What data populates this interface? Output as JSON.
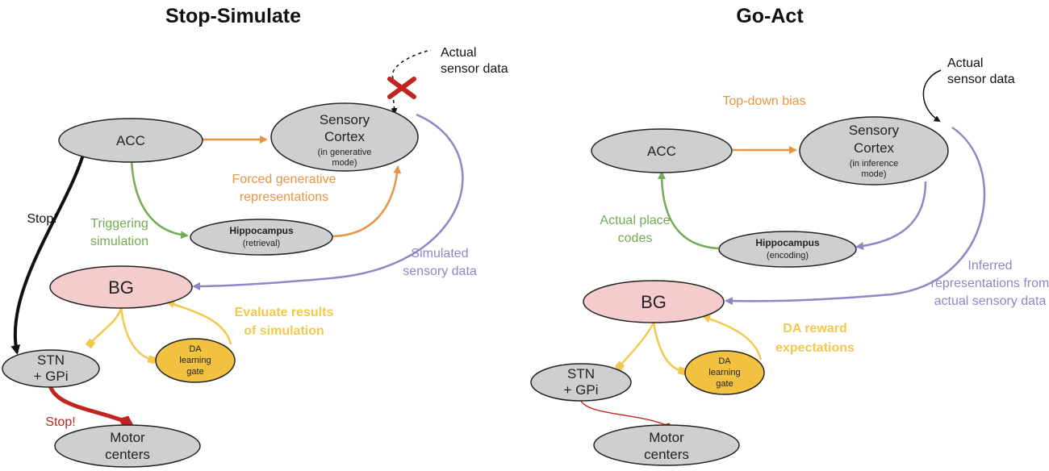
{
  "colors": {
    "gray_node": "#cfcfcf",
    "bg_node": "#f4cccc",
    "da_node": "#f2c140",
    "orange": "#e69446",
    "green": "#72ab52",
    "purple": "#8f86c6",
    "yellow": "#f2c94c",
    "red": "#c0261f",
    "black": "#111111"
  },
  "left": {
    "title": "Stop-Simulate",
    "acc": "ACC",
    "sensory_line1": "Sensory",
    "sensory_line2": "Cortex",
    "sensory_mode_line1": "(in generative",
    "sensory_mode_line2": "mode)",
    "hippocampus": "Hippocampus",
    "hippocampus_mode": "(retrieval)",
    "bg": "BG",
    "stn_line1": "STN",
    "stn_line2": "+ GPi",
    "da_line1": "DA",
    "da_line2": "learning",
    "da_line3": "gate",
    "motor_line1": "Motor",
    "motor_line2": "centers",
    "actual_line1": "Actual",
    "actual_line2": "sensor data",
    "forced_line1": "Forced generative",
    "forced_line2": "representations",
    "triggering_line1": "Triggering",
    "triggering_line2": "simulation",
    "stop_black": "Stop!",
    "simulated_line1": "Simulated",
    "simulated_line2": "sensory data",
    "evaluate_line1": "Evaluate results",
    "evaluate_line2": "of simulation",
    "stop_red": "Stop!"
  },
  "right": {
    "title": "Go-Act",
    "acc": "ACC",
    "sensory_line1": "Sensory",
    "sensory_line2": "Cortex",
    "sensory_mode_line1": "(in inference",
    "sensory_mode_line2": "mode)",
    "hippocampus": "Hippocampus",
    "hippocampus_mode": "(encoding)",
    "bg": "BG",
    "stn_line1": "STN",
    "stn_line2": "+ GPi",
    "da_line1": "DA",
    "da_line2": "learning",
    "da_line3": "gate",
    "motor_line1": "Motor",
    "motor_line2": "centers",
    "actual_line1": "Actual",
    "actual_line2": "sensor data",
    "topdown": "Top-down bias",
    "place_line1": "Actual place",
    "place_line2": "codes",
    "inferred_line1": "Inferred",
    "inferred_line2": "representations from",
    "inferred_line3": "actual sensory data",
    "reward_line1": "DA reward",
    "reward_line2": "expectations"
  }
}
